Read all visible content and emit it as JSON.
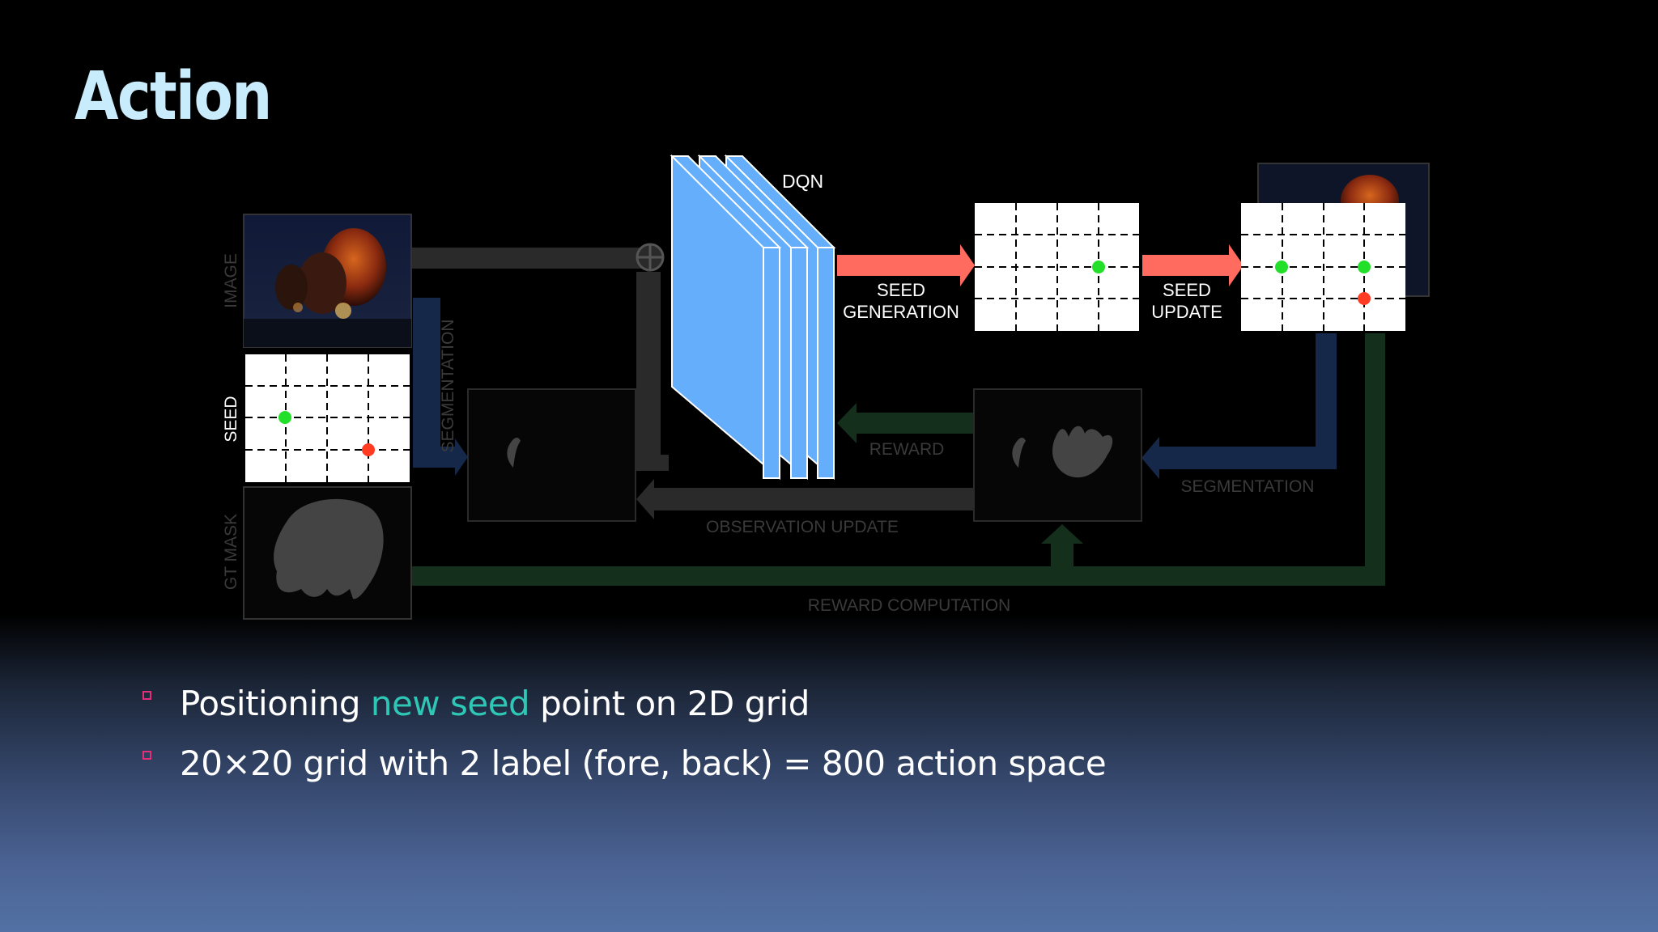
{
  "slide": {
    "title": "Action",
    "bullets": [
      {
        "before": "Positioning ",
        "highlight": "new seed",
        "after": " point on 2D grid"
      },
      {
        "before": "20×20 grid with 2 label (fore, back) = 800 action space",
        "highlight": "",
        "after": ""
      }
    ]
  },
  "diagram": {
    "labels": {
      "image": "IMAGE",
      "seed": "SEED",
      "gt_mask": "GT MASK",
      "segmentation_left": "SEGMENTATION",
      "dqn": "DQN",
      "seed_generation_1": "SEED",
      "seed_generation_2": "GENERATION",
      "seed_update_1": "SEED",
      "seed_update_2": "UPDATE",
      "reward": "REWARD",
      "segmentation_right": "SEGMENTATION",
      "observation_update": "OBSERVATION UPDATE",
      "reward_computation": "REWARD COMPUTATION"
    },
    "colors": {
      "dqn_blue": "#64aefc",
      "arrow_red": "#ff6b5e",
      "seed_green": "#22e02a",
      "seed_red": "#ff3c22",
      "flow_gray": "#2a2a2a",
      "flow_blue": "#15284a",
      "flow_green": "#14301c",
      "title_color": "#c8ecfb",
      "highlight_teal": "#2ec7b6",
      "bullet_pink": "#e0307a"
    }
  }
}
